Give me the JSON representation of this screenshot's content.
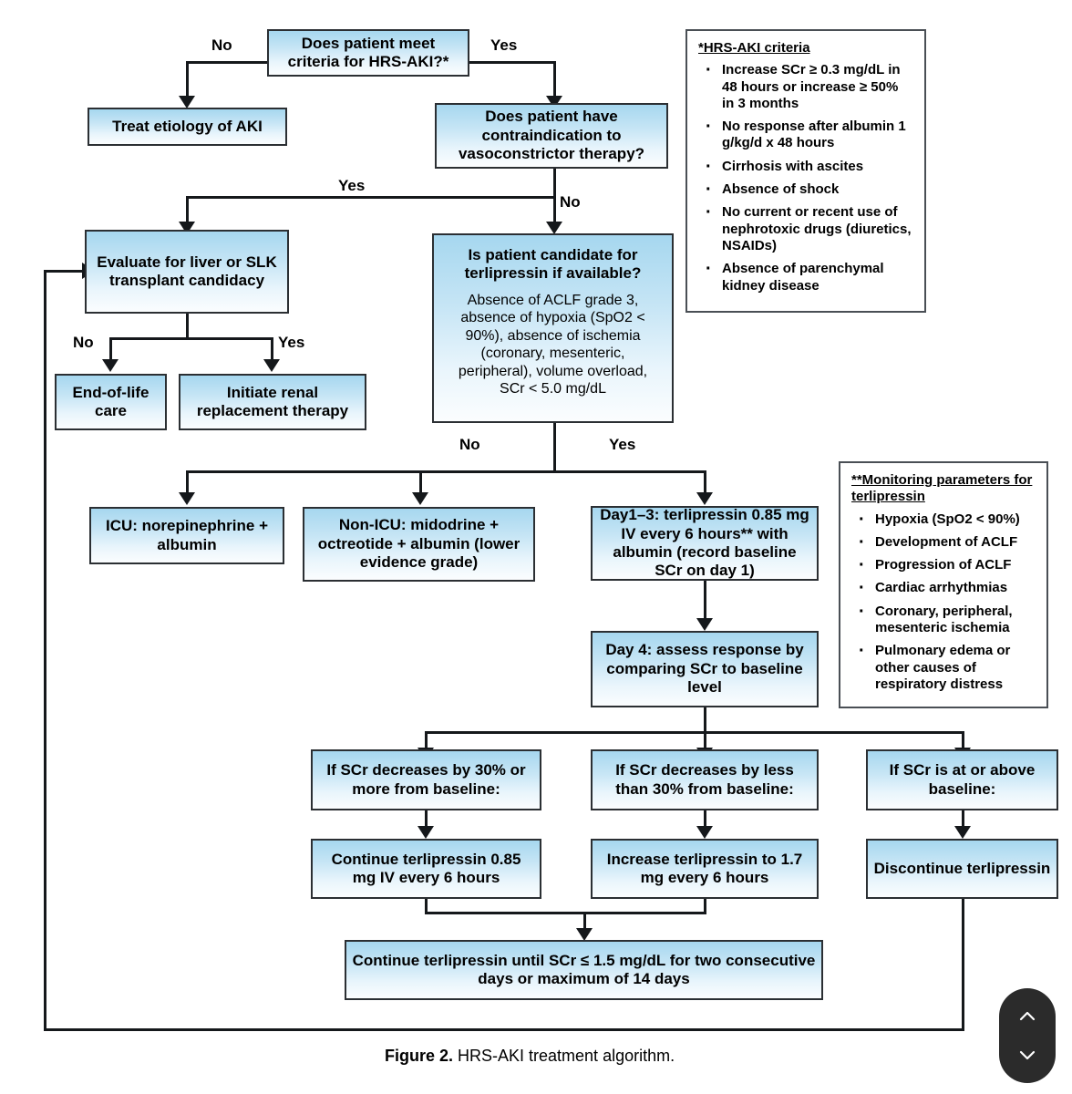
{
  "figure": {
    "caption_label": "Figure 2.",
    "caption_text": " HRS-AKI treatment algorithm."
  },
  "colors": {
    "box_fill_top": "#a6d7ef",
    "box_fill_bottom": "#fbfdfe",
    "box_border": "#2b2f33",
    "line": "#15181b",
    "note_border": "#4a4f55",
    "pill_bg": "#2b2b2b"
  },
  "boxes": {
    "meets_criteria": "Does patient meet criteria for HRS-AKI?*",
    "treat_etiology": "Treat etiology of AKI",
    "contraindication": "Does patient have contraindication to vasoconstrictor therapy?",
    "evaluate_transplant": "Evaluate for liver or SLK transplant candidacy",
    "end_of_life": "End-of-life care",
    "initiate_rrt": "Initiate renal replacement therapy",
    "terli_candidate_title": "Is patient candidate for terlipressin if available?",
    "terli_candidate_sub": "Absence of ACLF grade 3, absence of hypoxia (SpO2 < 90%), absence of ischemia (coronary, mesenteric, peripheral), volume overload, SCr < 5.0 mg/dL",
    "icu_norepinephrine": "ICU: norepinephrine + albumin",
    "non_icu_midodrine": "Non-ICU: midodrine + octreotide + albumin (lower evidence grade)",
    "day1_3_terlipressin": "Day1–3: terlipressin 0.85 mg IV every 6 hours** with albumin (record baseline SCr on day 1)",
    "day4_assess": "Day 4: assess response by comparing SCr to baseline level",
    "scr_decrease_30": "If SCr decreases by 30% or more from baseline:",
    "scr_decrease_less30": "If SCr decreases by less than 30% from baseline:",
    "scr_at_or_above": "If SCr is at or above baseline:",
    "continue_085": "Continue terlipressin 0.85 mg IV every 6 hours",
    "increase_17": "Increase terlipressin to 1.7 mg every 6 hours",
    "discontinue": "Discontinue terlipressin",
    "continue_until": "Continue terlipressin until SCr ≤ 1.5 mg/dL for two consecutive days or maximum of 14 days"
  },
  "edge_labels": {
    "criteria_no": "No",
    "criteria_yes": "Yes",
    "contra_yes": "Yes",
    "contra_no": "No",
    "transplant_no": "No",
    "transplant_yes": "Yes",
    "terli_no": "No",
    "terli_yes": "Yes"
  },
  "notes": {
    "hrs_criteria": {
      "title": "*HRS-AKI criteria",
      "items": [
        "Increase SCr ≥ 0.3 mg/dL in 48 hours or increase ≥ 50% in 3 months",
        "No response after albumin 1 g/kg/d x 48 hours",
        "Cirrhosis with ascites",
        "Absence of shock",
        "No current or recent use of nephrotoxic drugs (diuretics, NSAIDs)",
        "Absence of parenchymal kidney disease"
      ]
    },
    "monitoring": {
      "title": "**Monitoring parameters for terlipressin",
      "items": [
        "Hypoxia (SpO2 < 90%)",
        "Development of ACLF",
        "Progression of ACLF",
        "Cardiac arrhythmias",
        "Coronary, peripheral, mesenteric ischemia",
        "Pulmonary edema or other causes of respiratory distress"
      ]
    }
  },
  "controls": {
    "scroll_up": "scroll-up",
    "scroll_down": "scroll-down"
  }
}
